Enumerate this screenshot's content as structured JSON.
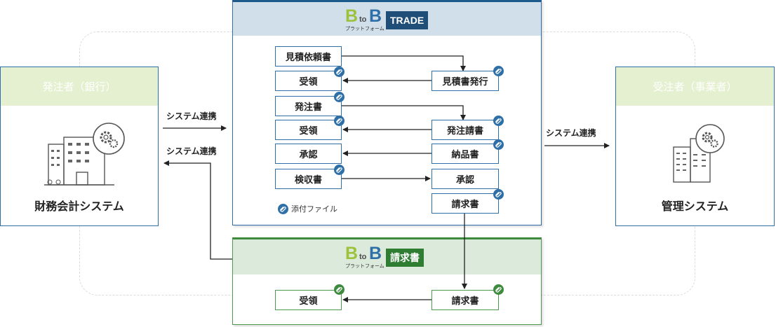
{
  "left_panel": {
    "header": "発注者（銀行）",
    "title": "財務会計システム",
    "icon": "office-building-gear-icon"
  },
  "right_panel": {
    "header": "受注者（事業者）",
    "title": "管理システム",
    "icon": "office-building-gear-icon"
  },
  "connectors": {
    "left_top": "システム連携",
    "left_bottom": "システム連携",
    "right": "システム連携"
  },
  "trade_panel": {
    "logo_b1": "B",
    "logo_to": "to",
    "logo_b2": "B",
    "logo_sub": "プラットフォーム",
    "badge": "TRADE",
    "colors": {
      "header_bg": "#d1dfea",
      "badge": "#1f4e79",
      "border": "#2d6fa6"
    },
    "left_boxes": [
      "見積依頼書",
      "受領",
      "発注書",
      "受領",
      "承認",
      "検収書"
    ],
    "right_boxes": [
      "見積書発行",
      "発注請書",
      "納品書",
      "承認",
      "請求書"
    ],
    "legend": "添付ファイル"
  },
  "invoice_panel": {
    "logo_b1": "B",
    "logo_to": "to",
    "logo_b2": "B",
    "logo_sub": "プラットフォーム",
    "badge": "請求書",
    "colors": {
      "header_bg": "#dceadc",
      "badge": "#2e7d32",
      "border": "#4c9a4c"
    },
    "left_box": "受領",
    "right_box": "請求書"
  },
  "attachment_icon": "paperclip-icon"
}
